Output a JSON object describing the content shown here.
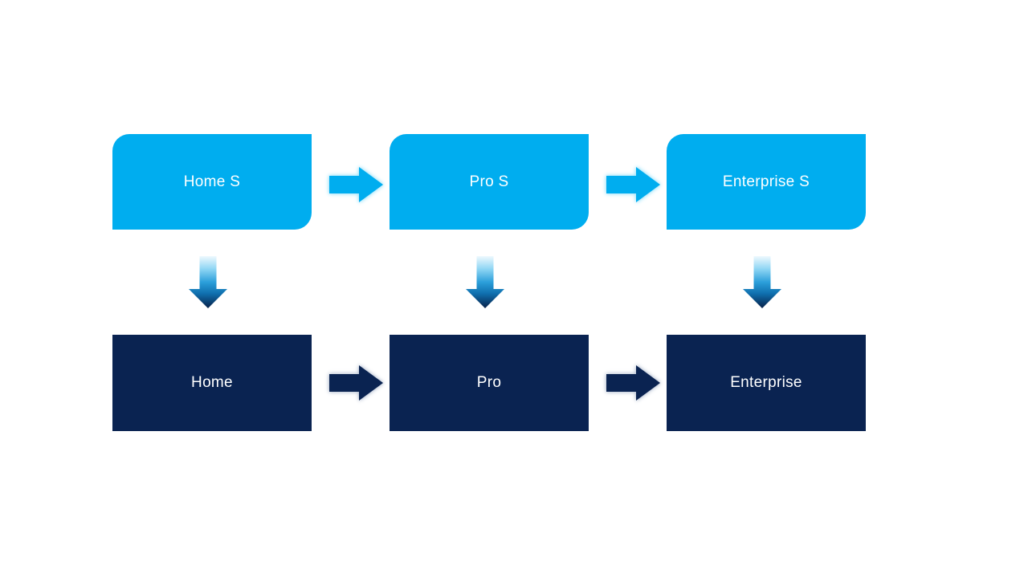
{
  "diagram": {
    "type": "flow",
    "rows": {
      "top": {
        "items": [
          {
            "label": "Home S"
          },
          {
            "label": "Pro S"
          },
          {
            "label": "Enterprise S"
          }
        ]
      },
      "bottom": {
        "items": [
          {
            "label": "Home"
          },
          {
            "label": "Pro"
          },
          {
            "label": "Enterprise"
          }
        ]
      }
    },
    "icons": {
      "horizontal_connector": "right-arrow-icon",
      "vertical_connector": "down-arrow-icon"
    },
    "colors": {
      "background": "#FFFFFF",
      "node_light": "#00ADEF",
      "node_dark": "#0A2351",
      "label_text": "#FFFFFF",
      "arrow_light": "#00ADEF",
      "arrow_dark": "#0A2351",
      "arrow_glow_light": "#9BE2FA",
      "arrow_glow_dark": "#AEB9CC",
      "down_arrow_gradient_top": "#EFF9FE",
      "down_arrow_gradient_bottom": "#082148"
    }
  }
}
